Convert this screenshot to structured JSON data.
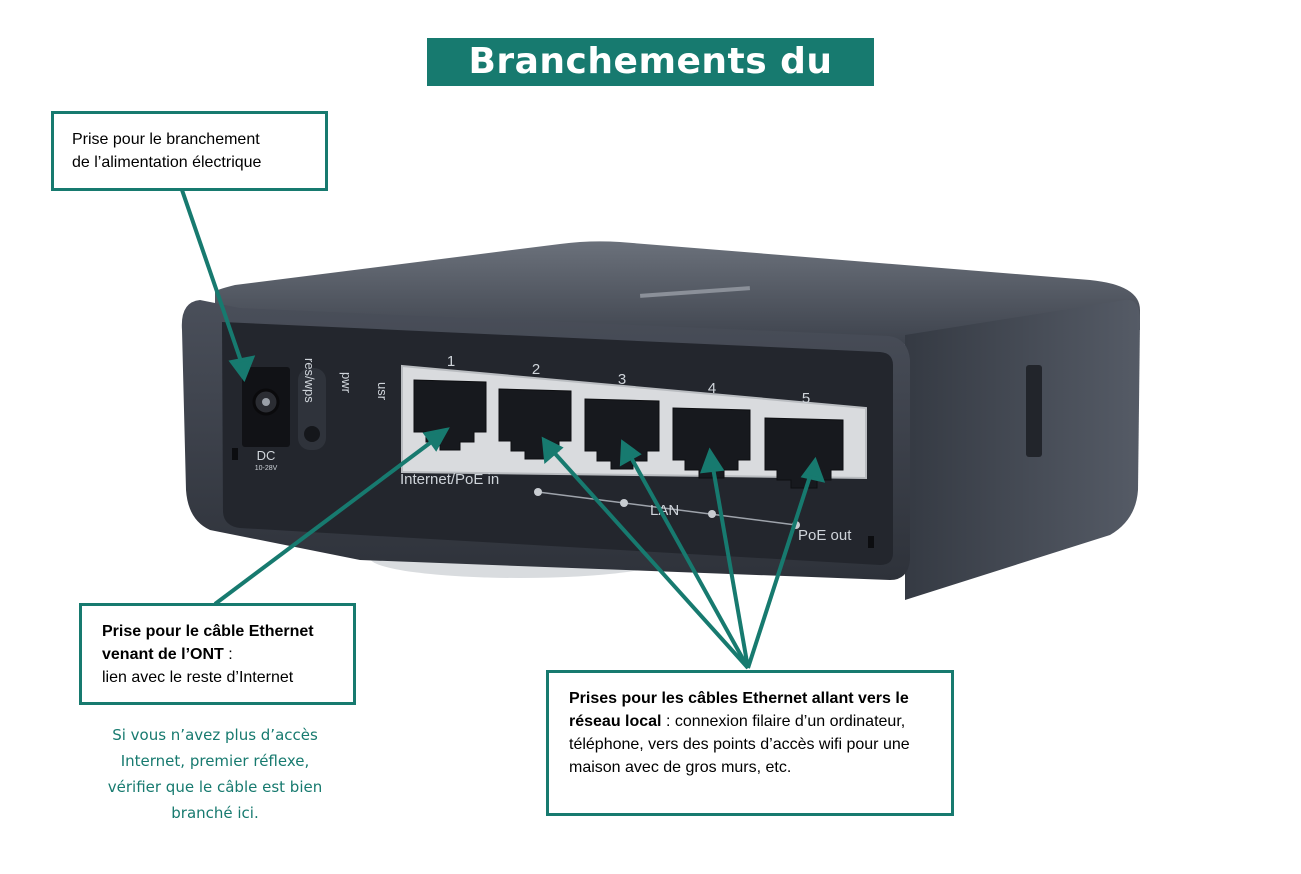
{
  "title": "Branchements du routeur",
  "callouts": {
    "power": {
      "line1": "Prise pour le branchement",
      "line2": "de l’alimentation électrique"
    },
    "wan": {
      "bold": "Prise pour le câble Ethernet venant de l’ONT",
      "rest": " :",
      "line2": "lien avec le reste d’Internet"
    },
    "lan": {
      "bold": "Prises pour les câbles Ethernet allant vers le réseau local",
      "rest": " : connexion filaire d’un ordinateur, téléphone, vers des points d’accès wifi pour une maison avec de gros murs, etc."
    }
  },
  "tip": "Si vous n’avez plus d’accès Internet, premier réflexe, vérifier que le câble est bien branché ici.",
  "router": {
    "dc_label": "DC",
    "dc_voltage": "10-28V",
    "button_label": "res/wps",
    "led_pwr": "pwr",
    "led_usr": "usr",
    "port_numbers": [
      "1",
      "2",
      "3",
      "4",
      "5"
    ],
    "wan_label": "Internet/PoE in",
    "lan_label": "LAN",
    "poe_out_label": "PoE out"
  },
  "colors": {
    "accent": "#177a6f",
    "router_body": "#474c57",
    "router_front": "#2a2e36"
  }
}
